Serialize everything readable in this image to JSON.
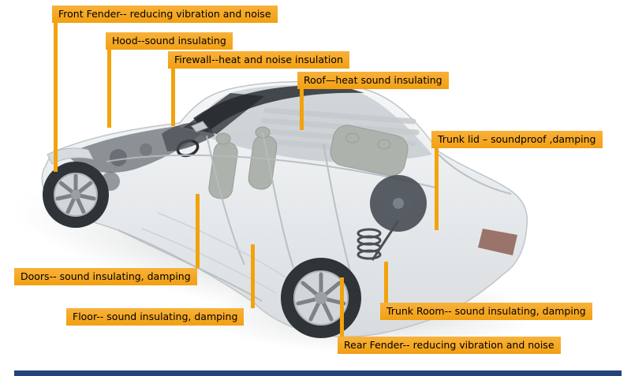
{
  "figure": {
    "description": "Transparent cutaway illustration of a sedan, three-quarter front-left view, with callouts marking sound insulation areas"
  },
  "colors": {
    "accent": "#f2a30c",
    "label_bg": "#f2a012",
    "label_bg_top": "#f8b13a",
    "label_text": "#000000",
    "footer_bar": "#24427c"
  },
  "labels": {
    "front_fender": {
      "text": "Front Fender-- reducing vibration and noise"
    },
    "hood": {
      "text": "Hood--sound insulating"
    },
    "firewall": {
      "text": "Firewall--heat and noise insulation"
    },
    "roof": {
      "text": "Roof—heat sound insulating"
    },
    "trunk_lid": {
      "text": "Trunk lid – soundproof ,damping"
    },
    "doors": {
      "text": "Doors-- sound insulating, damping"
    },
    "floor": {
      "text": "Floor-- sound insulating, damping"
    },
    "trunk_room": {
      "text": "Trunk Room-- sound insulating, damping"
    },
    "rear_fender": {
      "text": "Rear Fender-- reducing vibration and noise"
    }
  }
}
